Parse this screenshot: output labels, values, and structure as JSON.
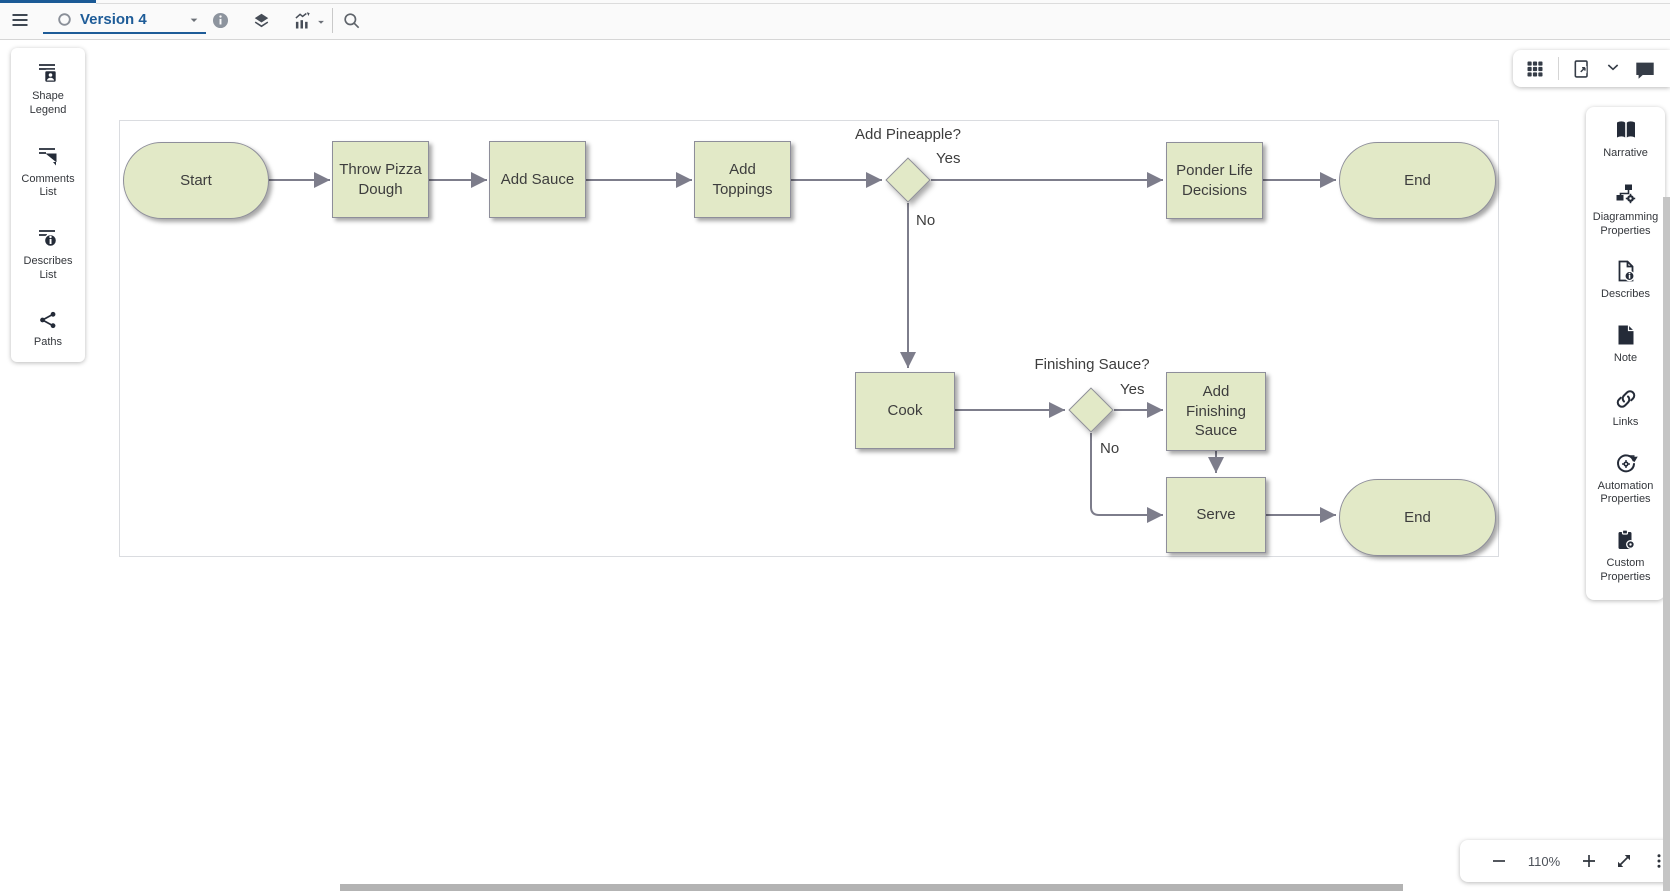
{
  "topbar": {
    "version_selector": {
      "label": "Version 4"
    }
  },
  "left_panel": {
    "items": [
      {
        "label": "Shape Legend",
        "icon": "shape-legend-icon"
      },
      {
        "label": "Comments List",
        "icon": "comments-list-icon"
      },
      {
        "label": "Describes List",
        "icon": "describes-list-icon"
      },
      {
        "label": "Paths",
        "icon": "paths-icon"
      }
    ]
  },
  "canvas_toolbar": {
    "icons": [
      "grid-icon",
      "file-export-icon",
      "chevron-down-icon",
      "comment-icon"
    ]
  },
  "right_panel": {
    "items": [
      {
        "label": "Narrative",
        "icon": "book-icon"
      },
      {
        "label": "Diagramming Properties",
        "icon": "diagram-gear-icon"
      },
      {
        "label": "Describes",
        "icon": "document-info-icon"
      },
      {
        "label": "Note",
        "icon": "note-icon"
      },
      {
        "label": "Links",
        "icon": "link-icon"
      },
      {
        "label": "Automation Properties",
        "icon": "automation-gear-icon"
      },
      {
        "label": "Custom Properties",
        "icon": "clipboard-gear-icon"
      }
    ]
  },
  "zoom_controls": {
    "zoom_level": "110%"
  },
  "diagram": {
    "nodes": [
      {
        "id": "start",
        "type": "terminator",
        "label": "Start"
      },
      {
        "id": "throw-pizza-dough",
        "type": "process",
        "label": "Throw Pizza Dough"
      },
      {
        "id": "add-sauce",
        "type": "process",
        "label": "Add Sauce"
      },
      {
        "id": "add-toppings",
        "type": "process",
        "label": "Add Toppings"
      },
      {
        "id": "add-pineapple-decision",
        "type": "decision",
        "label": ""
      },
      {
        "id": "ponder-life-decisions",
        "type": "process",
        "label": "Ponder Life Decisions"
      },
      {
        "id": "end-top",
        "type": "terminator",
        "label": "End"
      },
      {
        "id": "cook",
        "type": "process",
        "label": "Cook"
      },
      {
        "id": "finishing-sauce-decision",
        "type": "decision",
        "label": ""
      },
      {
        "id": "add-finishing-sauce",
        "type": "process",
        "label": "Add Finishing Sauce"
      },
      {
        "id": "serve",
        "type": "process",
        "label": "Serve"
      },
      {
        "id": "end-bottom",
        "type": "terminator",
        "label": "End"
      }
    ],
    "edge_labels": [
      {
        "text": "Add Pineapple?"
      },
      {
        "text": "Yes"
      },
      {
        "text": "No"
      },
      {
        "text": "Finishing Sauce?"
      },
      {
        "text": "Yes"
      },
      {
        "text": "No"
      }
    ]
  },
  "colors": {
    "accent_blue": "#1e5c98",
    "shape_fill": "#e2e9c7",
    "shape_border": "#8e8e9a",
    "arrow": "#7d7d8b",
    "icon_dark": "#242b38"
  }
}
